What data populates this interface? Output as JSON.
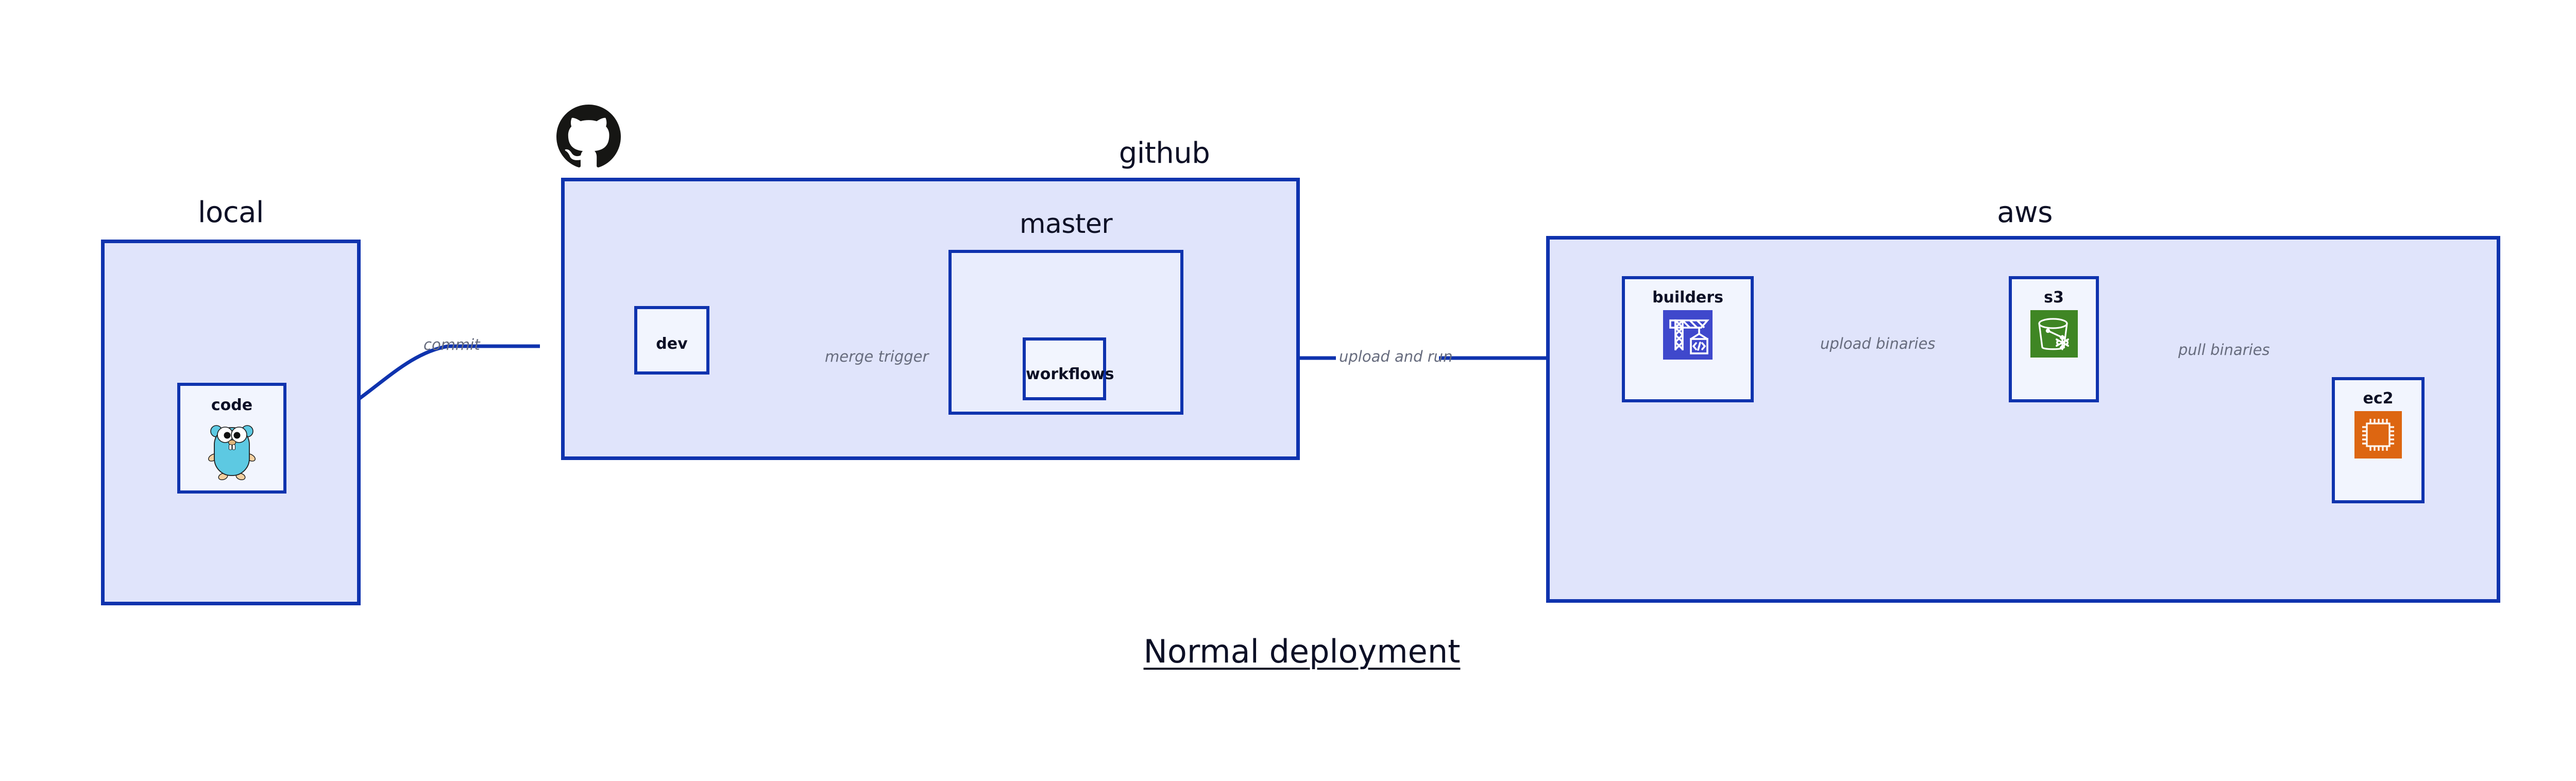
{
  "diagram": {
    "title": "Normal deployment",
    "colors": {
      "zone_fill": "#e0e4fb",
      "subzone_fill": "#e9edfd",
      "node_fill": "#f2f5fe",
      "stroke": "#0f33ae",
      "edge_label": "#676c7e",
      "text": "#0d1026",
      "codebuild_orange_blue": "#3f48cc",
      "s3_green": "#3f8624",
      "ec2_orange": "#dd6611",
      "gopher_cyan": "#5dc9e2",
      "github_black": "#161614"
    },
    "zones": [
      {
        "id": "local",
        "label": "local"
      },
      {
        "id": "github",
        "label": "github"
      },
      {
        "id": "aws",
        "label": "aws"
      }
    ],
    "subzones": [
      {
        "id": "master",
        "label": "master",
        "parent": "github"
      }
    ],
    "nodes": [
      {
        "id": "code",
        "label": "code",
        "icon": "go-gopher-icon",
        "parent": "local"
      },
      {
        "id": "dev",
        "label": "dev",
        "icon": null,
        "parent": "github"
      },
      {
        "id": "workflows",
        "label": "workflows",
        "icon": null,
        "parent": "master"
      },
      {
        "id": "builders",
        "label": "builders",
        "icon": "aws-codebuild-icon",
        "parent": "aws"
      },
      {
        "id": "s3",
        "label": "s3",
        "icon": "aws-s3-glacier-icon",
        "parent": "aws"
      },
      {
        "id": "ec2",
        "label": "ec2",
        "icon": "aws-ec2-icon",
        "parent": "aws"
      }
    ],
    "edges": [
      {
        "id": "commit",
        "from": "code",
        "to": "dev",
        "label": "commit"
      },
      {
        "id": "merge-trigger",
        "from": "dev",
        "to": "workflows",
        "label": "merge trigger"
      },
      {
        "id": "upload-and-run",
        "from": "workflows",
        "to": "builders",
        "label": "upload and run"
      },
      {
        "id": "upload-binaries",
        "from": "builders",
        "to": "s3",
        "label": "upload binaries"
      },
      {
        "id": "pull-binaries",
        "from": "s3",
        "to": "ec2",
        "label": "pull binaries"
      }
    ],
    "logos": [
      {
        "id": "github-logo",
        "name": "github-octocat-icon"
      }
    ]
  }
}
